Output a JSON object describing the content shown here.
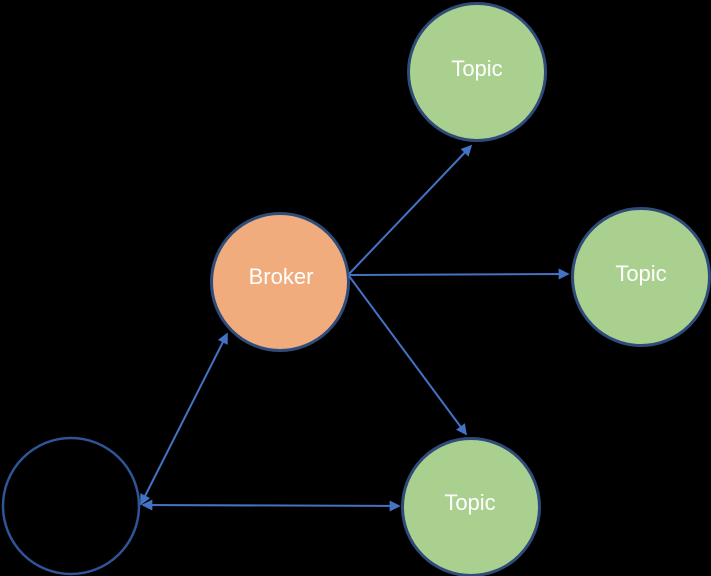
{
  "diagram": {
    "background": "#000000",
    "colors": {
      "arrow": "#4472C4",
      "node_border": "#2E4B7A",
      "outline_node_border": "#2F5597",
      "label_text": "#FFFFFF",
      "broker_fill": "#F1AC7E",
      "topic_fill": "#A9D08E"
    },
    "nodes": [
      {
        "id": "broker",
        "label": "Broker",
        "fill": "#F1AC7E"
      },
      {
        "id": "topic-top",
        "label": "Topic",
        "fill": "#A9D08E"
      },
      {
        "id": "topic-right",
        "label": "Topic",
        "fill": "#A9D08E"
      },
      {
        "id": "topic-bottom",
        "label": "Topic",
        "fill": "#A9D08E"
      },
      {
        "id": "unlabeled",
        "label": "",
        "fill": "none"
      }
    ],
    "edges": [
      {
        "from": "broker",
        "to": "topic-top",
        "heads": "end"
      },
      {
        "from": "broker",
        "to": "topic-right",
        "heads": "end"
      },
      {
        "from": "broker",
        "to": "topic-bottom",
        "heads": "end"
      },
      {
        "from": "unlabeled",
        "to": "broker",
        "heads": "both"
      },
      {
        "from": "unlabeled",
        "to": "topic-bottom",
        "heads": "both"
      }
    ]
  }
}
